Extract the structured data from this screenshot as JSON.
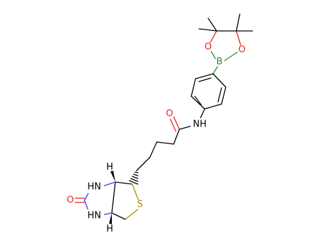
{
  "molecule": {
    "atoms": {
      "boron": "B",
      "oxygen_top": "O",
      "oxygen_right": "O",
      "amide_oxygen": "O",
      "amide_nh": "NH",
      "ring_nh_top": "HN",
      "ring_nh_bottom": "HN",
      "urea_oxygen": "O",
      "sulfur": "S",
      "stereo_h_top": "H",
      "stereo_h_bottom": "H"
    },
    "colors": {
      "oxygen": "#e8261f",
      "boron": "#2e8b22",
      "sulfur": "#b08a00",
      "nitrogen": "#2b2bd9",
      "carbon": "#000000"
    }
  }
}
